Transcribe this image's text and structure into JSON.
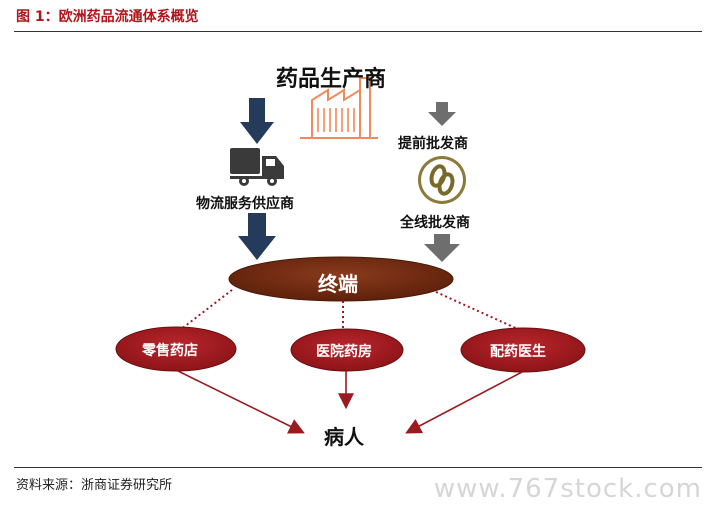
{
  "figure": {
    "title": "图 1：欧洲药品流通体系概览",
    "source": "资料来源：浙商证券研究所",
    "watermark": "www.767stock.com"
  },
  "diagram": {
    "manufacturer": "药品生产商",
    "logistics_provider": "物流服务供应商",
    "advance_wholesaler": "提前批发商",
    "full_line_wholesaler": "全线批发商",
    "terminal": "终端",
    "channels": [
      "零售药店",
      "医院药房",
      "配药医生"
    ],
    "patient": "病人",
    "icons": [
      "factory-icon",
      "truck-icon",
      "chain-link-icon"
    ],
    "colors": {
      "terminal_fill": "#7a2e12",
      "channel_fill": "#a81b22",
      "arrow_dark": "#253b5c",
      "arrow_gray": "#6e6e6e",
      "connector_red": "#9b1a20",
      "factory_orange": "#f08a5a",
      "title_red": "#b0161b"
    }
  }
}
